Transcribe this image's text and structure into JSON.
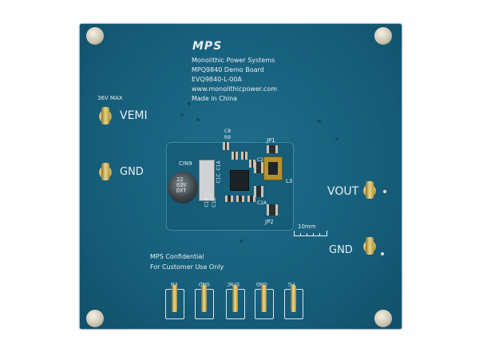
{
  "board": {
    "logo": "MPS",
    "company": "Monolithic Power Systems",
    "product": "MPQ9840 Demo Board",
    "part_number": "EVQ9840-L-00A",
    "website": "www.monolithicpower.com",
    "origin": "Made in China",
    "voltage_rating": "36V MAX",
    "vemi_label": "VEMI",
    "gnd_left_label": "GND",
    "vout_label": "VOUT",
    "gnd_right_label": "GND",
    "confidential_line1": "MPS Confidential",
    "confidential_line2": "For Customer Use Only",
    "scale_label": "10mm",
    "bottom_headers": [
      "EN",
      "GND",
      "SYNC",
      "GND",
      "PG"
    ],
    "refdes": {
      "cin9": "CIN9",
      "c8": "C8",
      "r9": "R9",
      "jp1": "JP1",
      "jp2": "JP2",
      "l3": "L3",
      "c2b": "C2B",
      "c2a": "C2A",
      "c1a": "C1A",
      "c1c": "C1C",
      "c1b": "C1B",
      "c1d": "C1D",
      "cap_marking": [
        "22",
        "63V",
        "DXT"
      ]
    }
  },
  "colors": {
    "pcb": "#17607d",
    "silkscreen": "#e9eef2",
    "background": "#ffffff"
  }
}
